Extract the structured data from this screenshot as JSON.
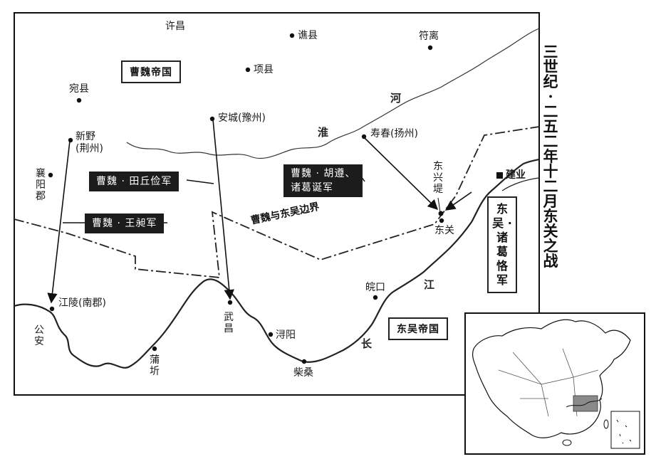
{
  "title": "三世纪·二五二年十二月  东关之战",
  "empires": {
    "wei": "曹魏帝国",
    "wu": "东吴帝国"
  },
  "boundary_label": "曹魏与东吴边界",
  "rivers": {
    "huai": [
      "淮",
      "河"
    ],
    "chang": [
      "长",
      "江"
    ]
  },
  "armies": {
    "tian_qiujian": "曹魏 · 田丘俭军",
    "wang_chang": "曹魏 · 王昶军",
    "hu_zun": [
      "曹魏 · 胡遵、",
      "诸葛诞军"
    ],
    "zhuge_ke": "东吴 · 诸葛恪军"
  },
  "places": {
    "xuchang": "许昌",
    "qiaoxian": "谯县",
    "fuli": "符离",
    "xiangxian": "项县",
    "wanxian": "宛县",
    "ancheng": "安城(豫州)",
    "xinye_1": "新野",
    "xinye_2": "(荆州)",
    "shouchun": "寿春(扬州)",
    "xiangyang": "襄阳郡",
    "dongxingdi": "东兴堤",
    "jianye": "建业",
    "dongguan": "东关",
    "jiangling": "江陵(南郡)",
    "gongan": "公安",
    "wuchang": "武昌",
    "xunyang": "浔阳",
    "wankou": "皖口",
    "chaisang": "柴桑",
    "puqi": "蒲圻"
  }
}
